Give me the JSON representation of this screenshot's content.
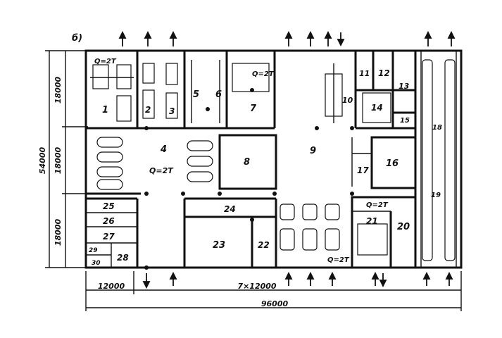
{
  "figure_letter": "б)",
  "crane_label": "Q=2T",
  "dimensions": {
    "row_top": "18000",
    "row_mid": "18000",
    "row_bot": "18000",
    "total_height": "54000",
    "first_span": "12000",
    "repeat_spans": "7×12000",
    "total_width": "96000"
  },
  "rooms": [
    {
      "id": "r1",
      "label": "1"
    },
    {
      "id": "r2",
      "label": "2"
    },
    {
      "id": "r3",
      "label": "3"
    },
    {
      "id": "r4",
      "label": "4"
    },
    {
      "id": "r5",
      "label": "5"
    },
    {
      "id": "r6",
      "label": "6"
    },
    {
      "id": "r7",
      "label": "7"
    },
    {
      "id": "r8",
      "label": "8"
    },
    {
      "id": "r9",
      "label": "9"
    },
    {
      "id": "r10",
      "label": "10"
    },
    {
      "id": "r11",
      "label": "11"
    },
    {
      "id": "r12",
      "label": "12"
    },
    {
      "id": "r13",
      "label": "13"
    },
    {
      "id": "r14",
      "label": "14"
    },
    {
      "id": "r15",
      "label": "15"
    },
    {
      "id": "r16",
      "label": "16"
    },
    {
      "id": "r17",
      "label": "17"
    },
    {
      "id": "r18",
      "label": "18"
    },
    {
      "id": "r19",
      "label": "19"
    },
    {
      "id": "r20",
      "label": "20"
    },
    {
      "id": "r21",
      "label": "21"
    },
    {
      "id": "r22",
      "label": "22"
    },
    {
      "id": "r23",
      "label": "23"
    },
    {
      "id": "r24",
      "label": "24"
    },
    {
      "id": "r25",
      "label": "25"
    },
    {
      "id": "r26",
      "label": "26"
    },
    {
      "id": "r27",
      "label": "27"
    },
    {
      "id": "r28",
      "label": "28"
    },
    {
      "id": "r29",
      "label": "29"
    },
    {
      "id": "r30",
      "label": "30"
    }
  ]
}
